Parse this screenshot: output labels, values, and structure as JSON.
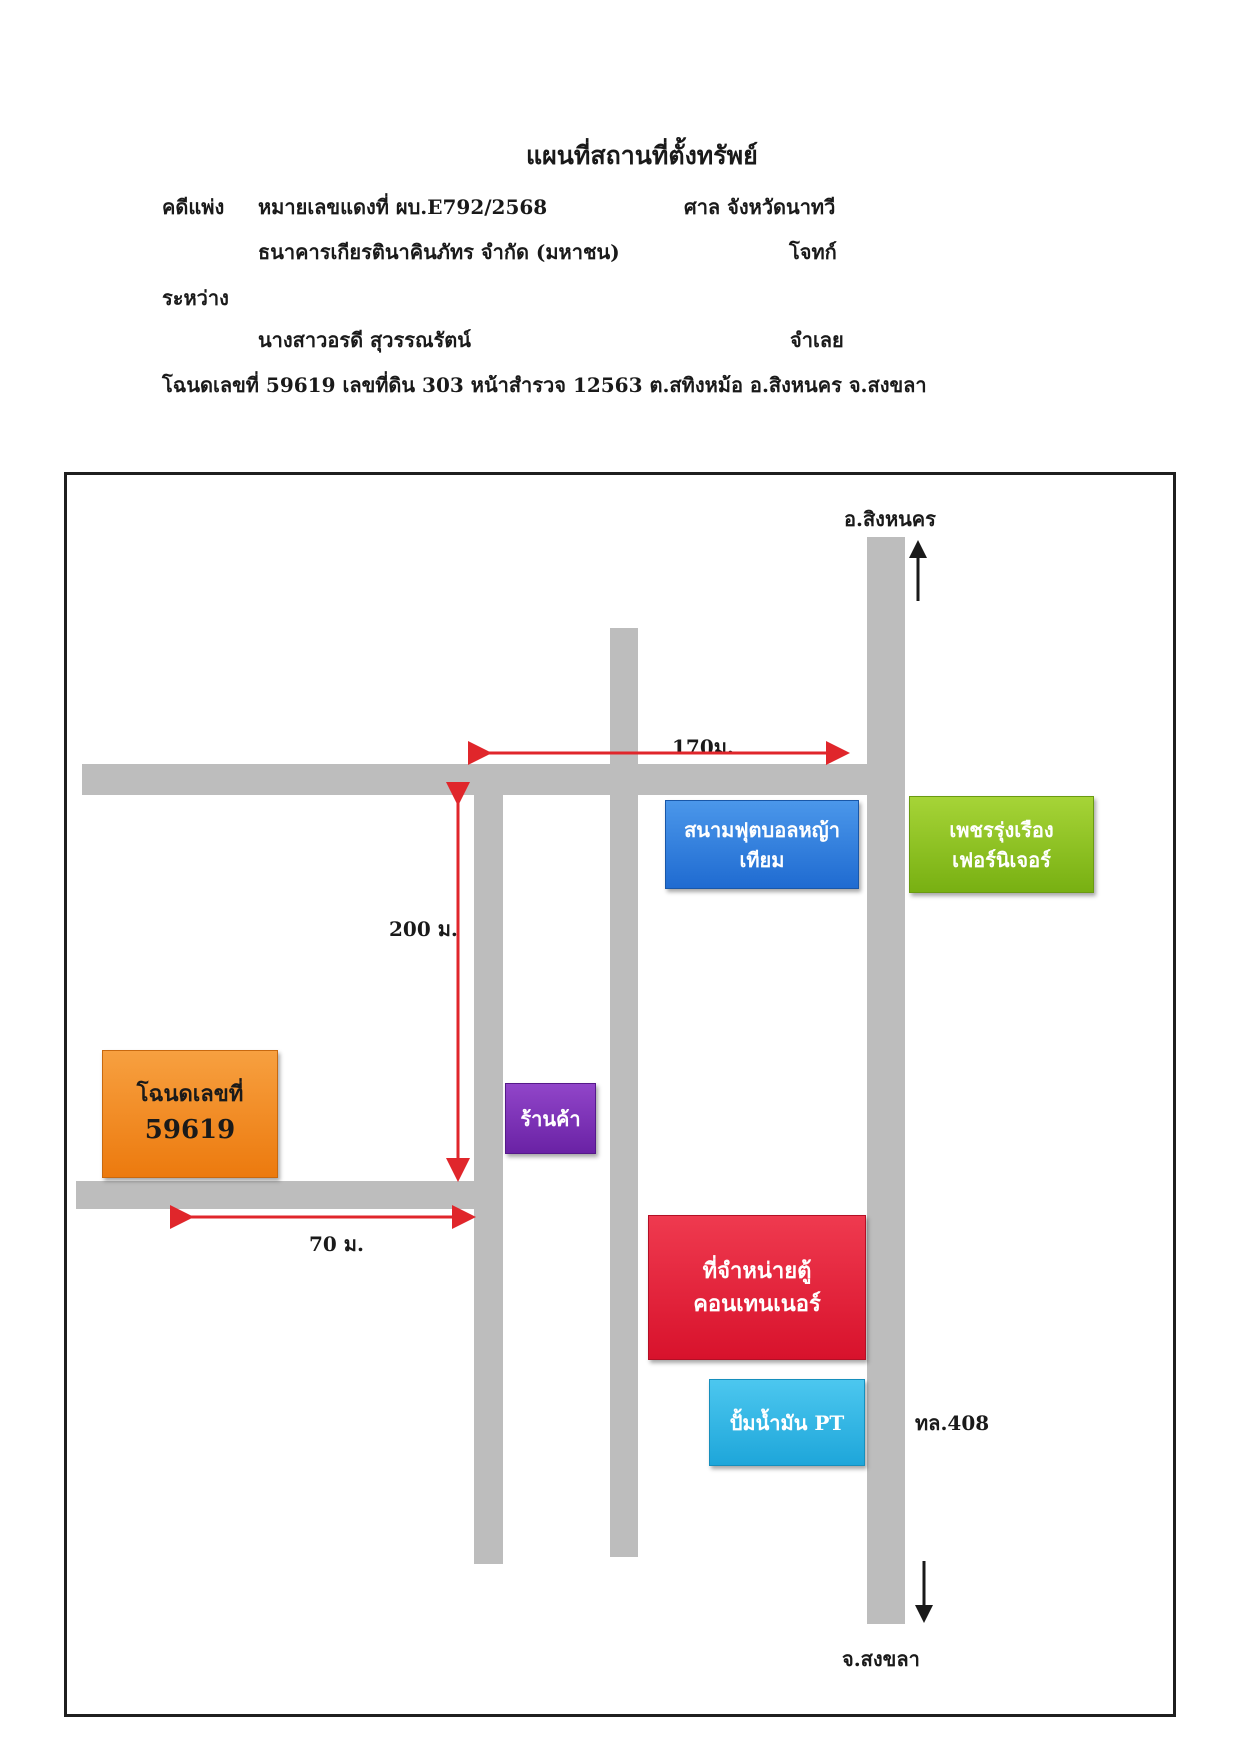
{
  "header": {
    "title": "แผนที่สถานที่ตั้งทรัพย์",
    "case_type": "คดีแพ่ง",
    "red_case_no": "หมายเลขแดงที่  ผบ.E792/2568",
    "court": "ศาล จังหวัดนาทวี",
    "plaintiff": "ธนาคารเกียรตินาคินภัทร จำกัด (มหาชน)",
    "plaintiff_role": "โจทก์",
    "between": "ระหว่าง",
    "defendant": "นางสาวอรดี  สุวรรณรัตน์",
    "defendant_role": "จำเลย",
    "deed_line": "โฉนดเลขที่  59619  เลขที่ดิน  303  หน้าสำรวจ  12563  ต.สทิงหม้อ  อ.สิงหนคร  จ.สงขลา"
  },
  "map": {
    "north_destination": "อ.สิงหนคร",
    "south_destination": "จ.สงขลา",
    "highway": "ทล.408",
    "distances": {
      "top": "170ม.",
      "vertical": "200 ม.",
      "bottom": "70 ม."
    },
    "landmarks": {
      "deed_label": "โฉนดเลขที่",
      "deed_number": "59619",
      "football_line1": "สนามฟุตบอลหญ้า",
      "football_line2": "เทียม",
      "furniture_line1": "เพชรรุ่งเรือง",
      "furniture_line2": "เฟอร์นิเจอร์",
      "shop": "ร้านค้า",
      "container_line1": "ที่จำหน่ายตู้",
      "container_line2": "คอนเทนเนอร์",
      "gas_station": "ปั้มน้ำมัน PT"
    },
    "colors": {
      "road": "#bdbdbd",
      "distance_arrow": "#e0262b",
      "deed_box": "#f28a1c",
      "football_box": "#2f7fdc",
      "furniture_box": "#8cc21e",
      "shop_box": "#7a2fb5",
      "container_box": "#e3203a",
      "gas_box": "#2bb5e6"
    }
  }
}
